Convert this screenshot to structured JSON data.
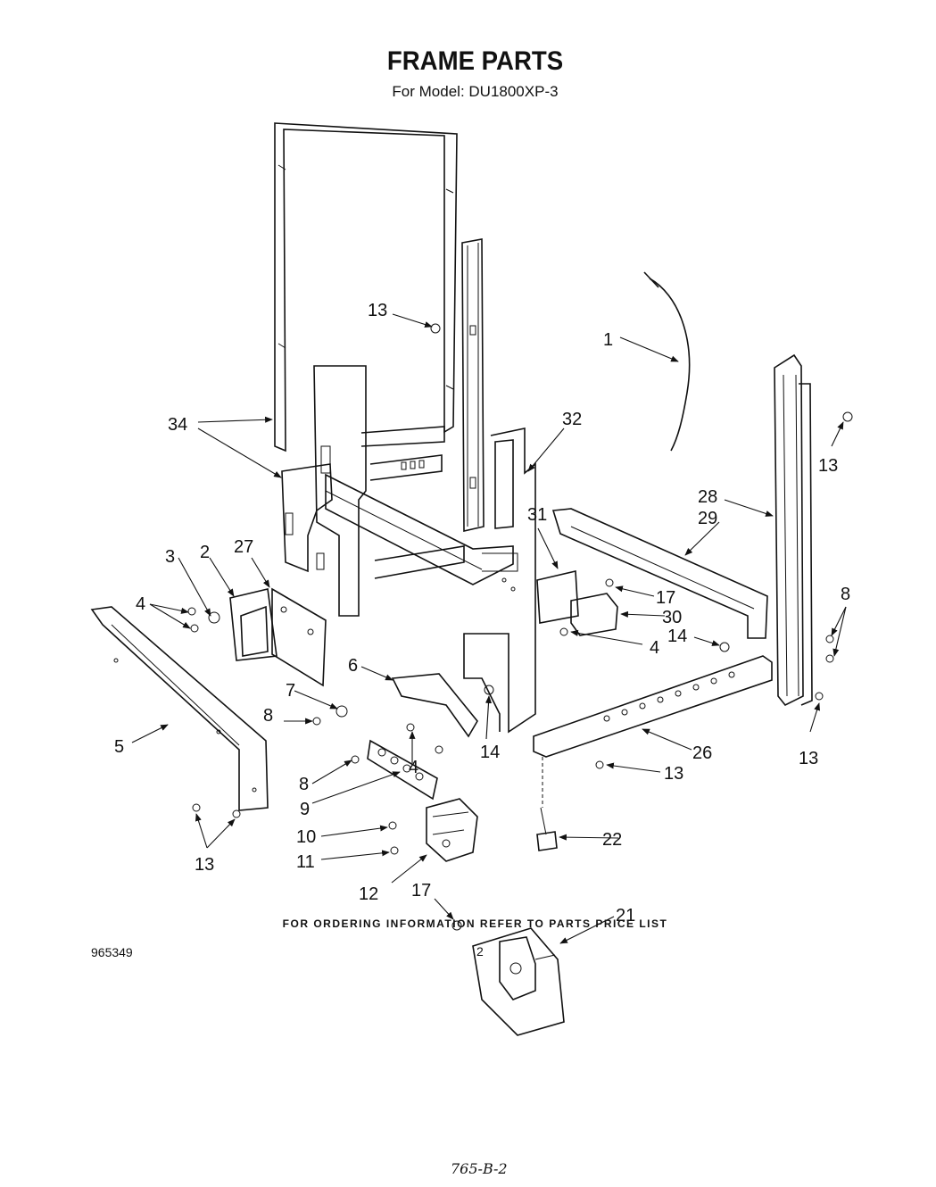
{
  "header": {
    "title": "FRAME PARTS",
    "subtitle": "For Model: DU1800XP-3"
  },
  "footer": {
    "ordering_note": "FOR ORDERING INFORMATION REFER TO PARTS PRICE LIST",
    "doc_number": "965349",
    "page_number": "2",
    "handwritten_ref": "765-B-2"
  },
  "callouts": {
    "c1": "1",
    "c2": "2",
    "c3": "3",
    "c4a": "4",
    "c4b": "4",
    "c4c": "4",
    "c5": "5",
    "c6": "6",
    "c7": "7",
    "c8a": "8",
    "c8b": "8",
    "c8c": "8",
    "c9": "9",
    "c10": "10",
    "c11": "11",
    "c12": "12",
    "c13a": "13",
    "c13b": "13",
    "c13c": "13",
    "c13d": "13",
    "c13e": "13",
    "c14a": "14",
    "c14b": "14",
    "c17a": "17",
    "c17b": "17",
    "c21": "21",
    "c22": "22",
    "c26": "26",
    "c27": "27",
    "c28": "28",
    "c29": "29",
    "c30": "30",
    "c31": "31",
    "c32": "32",
    "c34": "34"
  }
}
